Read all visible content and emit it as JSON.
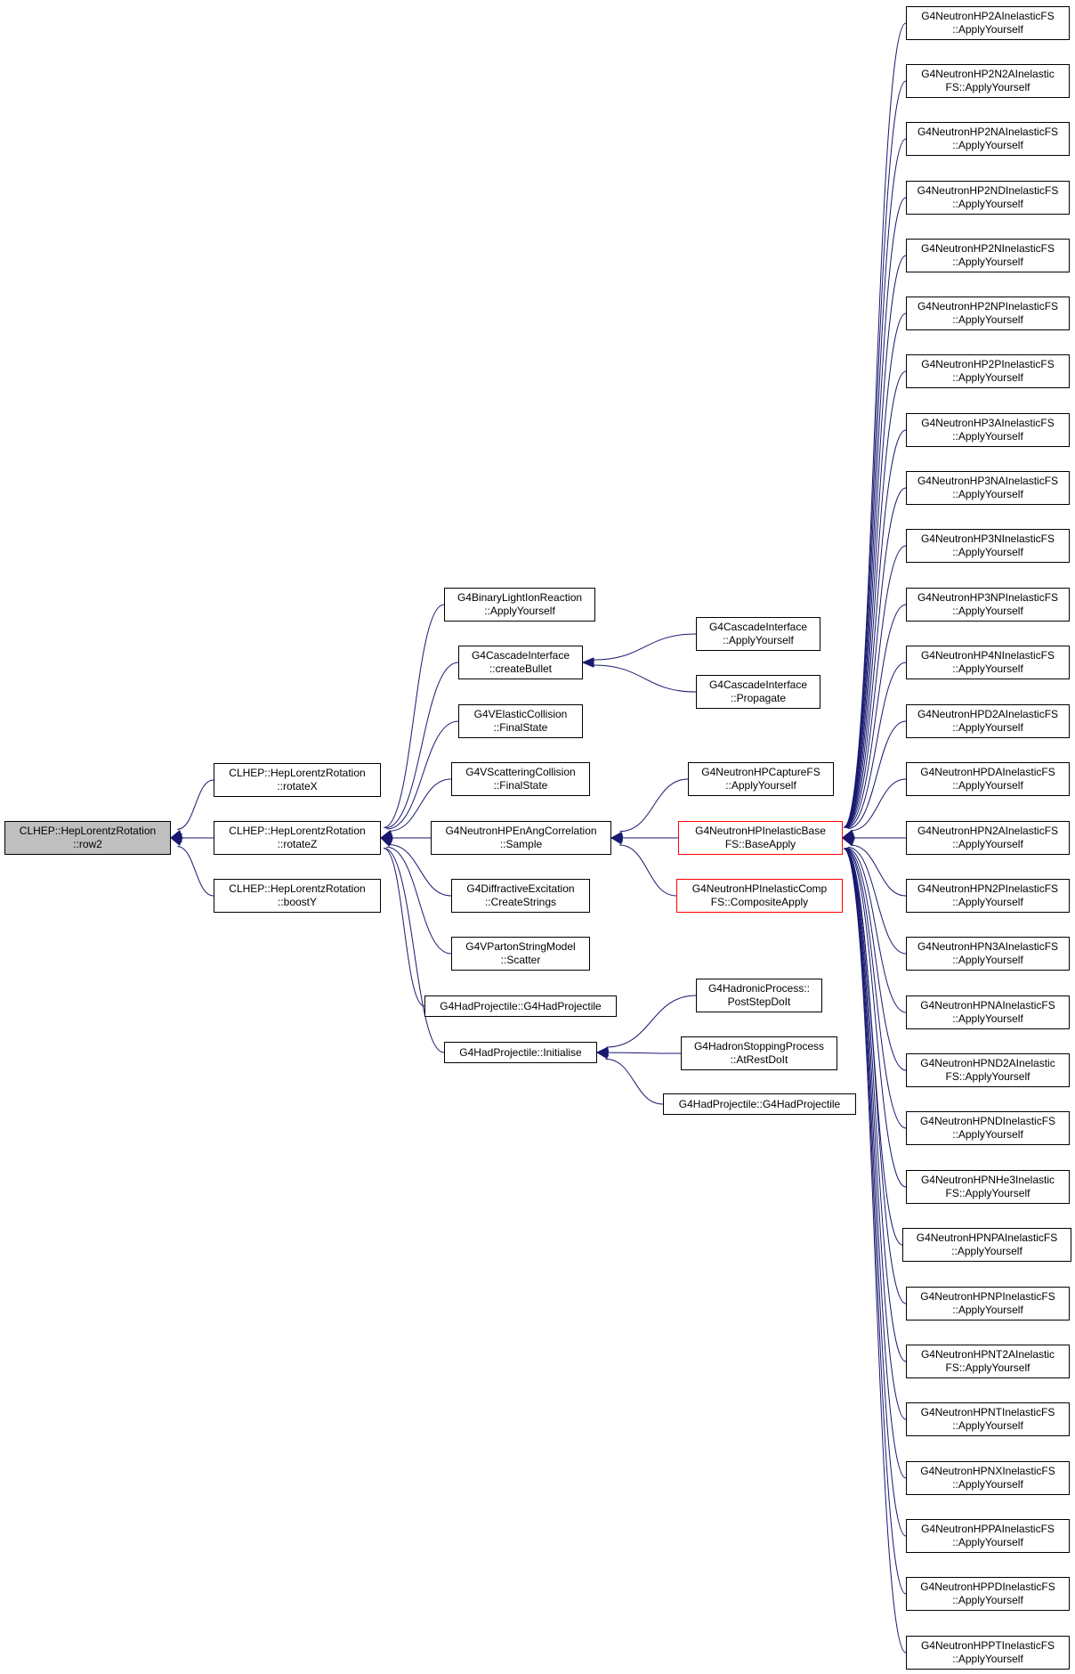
{
  "colors": {
    "edge": "#191970",
    "node_border": "#000000",
    "red_border": "#ff0000",
    "root_fill": "#bfbfbf"
  },
  "nodes": {
    "root": [
      "CLHEP::HepLorentzRotation",
      "::row2"
    ],
    "rotateX": [
      "CLHEP::HepLorentzRotation",
      "::rotateX"
    ],
    "rotateZ": [
      "CLHEP::HepLorentzRotation",
      "::rotateZ"
    ],
    "boostY": [
      "CLHEP::HepLorentzRotation",
      "::boostY"
    ],
    "binary": [
      "G4BinaryLightIonReaction",
      "::ApplyYourself"
    ],
    "casc_bullet": [
      "G4CascadeInterface",
      "::createBullet"
    ],
    "velastic": [
      "G4VElasticCollision",
      "::FinalState"
    ],
    "vscatter": [
      "G4VScatteringCollision",
      "::FinalState"
    ],
    "enang": [
      "G4NeutronHPEnAngCorrelation",
      "::Sample"
    ],
    "diffr": [
      "G4DiffractiveExcitation",
      "::CreateStrings"
    ],
    "vparton": [
      "G4VPartonStringModel",
      "::Scatter"
    ],
    "hadproj1": [
      "G4HadProjectile::G4HadProjectile"
    ],
    "hadinit": [
      "G4HadProjectile::Initialise"
    ],
    "casc_apply": [
      "G4CascadeInterface",
      "::ApplyYourself"
    ],
    "casc_prop": [
      "G4CascadeInterface",
      "::Propagate"
    ],
    "capture": [
      "G4NeutronHPCaptureFS",
      "::ApplyYourself"
    ],
    "inelbase": [
      "G4NeutronHPInelasticBase",
      "FS::BaseApply"
    ],
    "inelcomp": [
      "G4NeutronHPInelasticComp",
      "FS::CompositeApply"
    ],
    "hadproc": [
      "G4HadronicProcess::",
      "PostStepDoIt"
    ],
    "hadstop": [
      "G4HadronStoppingProcess",
      "::AtRestDoIt"
    ],
    "hadproj2": [
      "G4HadProjectile::G4HadProjectile"
    ],
    "r0": [
      "G4NeutronHP2AInelasticFS",
      "::ApplyYourself"
    ],
    "r1": [
      "G4NeutronHP2N2AInelastic",
      "FS::ApplyYourself"
    ],
    "r2": [
      "G4NeutronHP2NAInelasticFS",
      "::ApplyYourself"
    ],
    "r3": [
      "G4NeutronHP2NDInelasticFS",
      "::ApplyYourself"
    ],
    "r4": [
      "G4NeutronHP2NInelasticFS",
      "::ApplyYourself"
    ],
    "r5": [
      "G4NeutronHP2NPInelasticFS",
      "::ApplyYourself"
    ],
    "r6": [
      "G4NeutronHP2PInelasticFS",
      "::ApplyYourself"
    ],
    "r7": [
      "G4NeutronHP3AInelasticFS",
      "::ApplyYourself"
    ],
    "r8": [
      "G4NeutronHP3NAInelasticFS",
      "::ApplyYourself"
    ],
    "r9": [
      "G4NeutronHP3NInelasticFS",
      "::ApplyYourself"
    ],
    "r10": [
      "G4NeutronHP3NPInelasticFS",
      "::ApplyYourself"
    ],
    "r11": [
      "G4NeutronHP4NInelasticFS",
      "::ApplyYourself"
    ],
    "r12": [
      "G4NeutronHPD2AInelasticFS",
      "::ApplyYourself"
    ],
    "r13": [
      "G4NeutronHPDAInelasticFS",
      "::ApplyYourself"
    ],
    "r14": [
      "G4NeutronHPN2AInelasticFS",
      "::ApplyYourself"
    ],
    "r15": [
      "G4NeutronHPN2PInelasticFS",
      "::ApplyYourself"
    ],
    "r16": [
      "G4NeutronHPN3AInelasticFS",
      "::ApplyYourself"
    ],
    "r17": [
      "G4NeutronHPNAInelasticFS",
      "::ApplyYourself"
    ],
    "r18": [
      "G4NeutronHPND2AInelastic",
      "FS::ApplyYourself"
    ],
    "r19": [
      "G4NeutronHPNDInelasticFS",
      "::ApplyYourself"
    ],
    "r20": [
      "G4NeutronHPNHe3Inelastic",
      "FS::ApplyYourself"
    ],
    "r21": [
      "G4NeutronHPNPAInelasticFS",
      "::ApplyYourself"
    ],
    "r22": [
      "G4NeutronHPNPInelasticFS",
      "::ApplyYourself"
    ],
    "r23": [
      "G4NeutronHPNT2AInelastic",
      "FS::ApplyYourself"
    ],
    "r24": [
      "G4NeutronHPNTInelasticFS",
      "::ApplyYourself"
    ],
    "r25": [
      "G4NeutronHPNXInelasticFS",
      "::ApplyYourself"
    ],
    "r26": [
      "G4NeutronHPPAInelasticFS",
      "::ApplyYourself"
    ],
    "r27": [
      "G4NeutronHPPDInelasticFS",
      "::ApplyYourself"
    ],
    "r28": [
      "G4NeutronHPPTInelasticFS",
      "::ApplyYourself"
    ]
  },
  "edges": [
    [
      "rotateX",
      "root"
    ],
    [
      "rotateZ",
      "root"
    ],
    [
      "boostY",
      "root"
    ],
    [
      "binary",
      "rotateZ"
    ],
    [
      "casc_bullet",
      "rotateZ"
    ],
    [
      "velastic",
      "rotateZ"
    ],
    [
      "vscatter",
      "rotateZ"
    ],
    [
      "enang",
      "rotateZ"
    ],
    [
      "diffr",
      "rotateZ"
    ],
    [
      "vparton",
      "rotateZ"
    ],
    [
      "hadproj1",
      "rotateZ"
    ],
    [
      "hadinit",
      "rotateZ"
    ],
    [
      "casc_apply",
      "casc_bullet"
    ],
    [
      "casc_prop",
      "casc_bullet"
    ],
    [
      "capture",
      "enang"
    ],
    [
      "inelbase",
      "enang"
    ],
    [
      "inelcomp",
      "enang"
    ],
    [
      "hadproc",
      "hadinit"
    ],
    [
      "hadstop",
      "hadinit"
    ],
    [
      "hadproj2",
      "hadinit"
    ],
    [
      "r0",
      "inelbase"
    ],
    [
      "r1",
      "inelbase"
    ],
    [
      "r2",
      "inelbase"
    ],
    [
      "r3",
      "inelbase"
    ],
    [
      "r4",
      "inelbase"
    ],
    [
      "r5",
      "inelbase"
    ],
    [
      "r6",
      "inelbase"
    ],
    [
      "r7",
      "inelbase"
    ],
    [
      "r8",
      "inelbase"
    ],
    [
      "r9",
      "inelbase"
    ],
    [
      "r10",
      "inelbase"
    ],
    [
      "r11",
      "inelbase"
    ],
    [
      "r12",
      "inelbase"
    ],
    [
      "r13",
      "inelbase"
    ],
    [
      "r14",
      "inelbase"
    ],
    [
      "r15",
      "inelbase"
    ],
    [
      "r16",
      "inelbase"
    ],
    [
      "r17",
      "inelbase"
    ],
    [
      "r18",
      "inelbase"
    ],
    [
      "r19",
      "inelbase"
    ],
    [
      "r20",
      "inelbase"
    ],
    [
      "r21",
      "inelbase"
    ],
    [
      "r22",
      "inelbase"
    ],
    [
      "r23",
      "inelbase"
    ],
    [
      "r24",
      "inelbase"
    ],
    [
      "r25",
      "inelbase"
    ],
    [
      "r26",
      "inelbase"
    ],
    [
      "r27",
      "inelbase"
    ],
    [
      "r28",
      "inelbase"
    ]
  ]
}
